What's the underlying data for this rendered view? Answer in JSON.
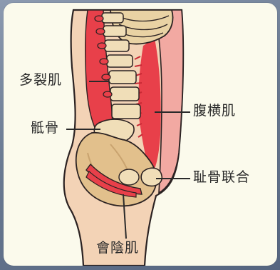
{
  "labels": {
    "multifidus": "多裂肌",
    "sacrum": "骶骨",
    "transversus_abdominis": "腹横肌",
    "pubic_symphysis": "耻骨联合",
    "pelvic_floor": "會陰肌"
  },
  "colors": {
    "card_background": "#fbfaec",
    "muscle_red": "#e8404a",
    "muscle_pink": "#f2a9a2",
    "bone": "#e9d2a4",
    "bone_shadow": "#c9a36f",
    "skin": "#f3d3b6",
    "outline": "#2b2222",
    "pointer_line": "#2a2a2a"
  }
}
